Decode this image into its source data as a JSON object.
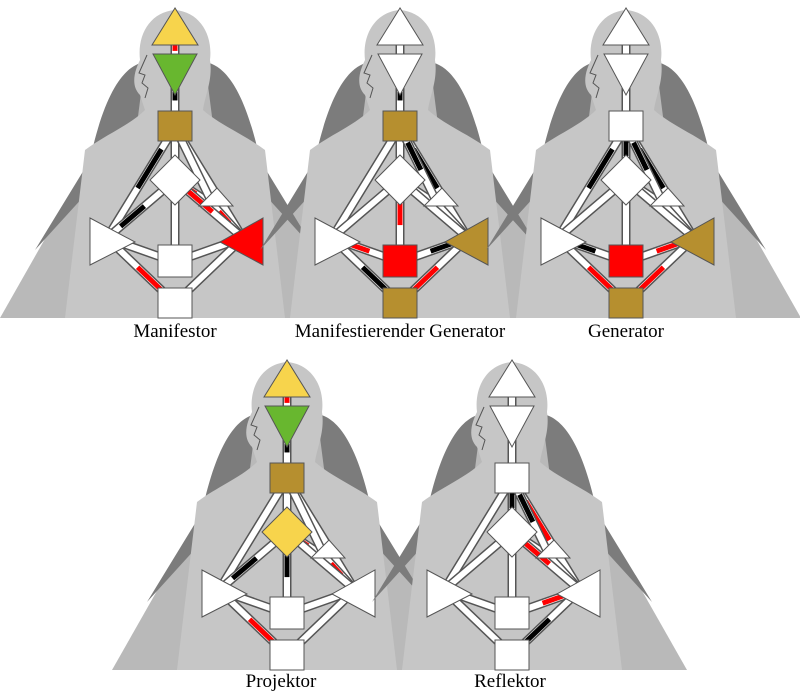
{
  "colors": {
    "pyramid": "#b9b9b9",
    "shoulder": "#7c7c7c",
    "silhouette": "#c6c6c6",
    "undefined": "#ffffff",
    "yellow": "#f7d44c",
    "green": "#68b72f",
    "brown": "#b68f2f",
    "red": "#ff0000",
    "black": "#000000"
  },
  "charts": [
    {
      "label": "Manifestor",
      "centers": {
        "head": "yellow",
        "ajna": "green",
        "throat": "brown",
        "g": "undefined",
        "heart": "undefined",
        "spleen": "undefined",
        "solar": "red",
        "sacral": "undefined",
        "root": "undefined"
      },
      "activations": [
        [
          0,
          "red"
        ],
        [
          1,
          "black"
        ],
        [
          3,
          "black"
        ],
        [
          5,
          "red"
        ],
        [
          7,
          "red"
        ],
        [
          10,
          "black"
        ],
        [
          12,
          "red"
        ],
        [
          14,
          "red"
        ]
      ]
    },
    {
      "label": "Manifestierender Generator",
      "centers": {
        "head": "undefined",
        "ajna": "undefined",
        "throat": "brown",
        "g": "undefined",
        "heart": "undefined",
        "spleen": "undefined",
        "solar": "brown",
        "sacral": "red",
        "root": "brown"
      },
      "activations": [
        [
          1,
          "black"
        ],
        [
          4,
          "black"
        ],
        [
          6,
          "red"
        ],
        [
          8,
          "black"
        ],
        [
          9,
          "red"
        ],
        [
          11,
          "black"
        ],
        [
          13,
          "red"
        ],
        [
          14,
          "black"
        ]
      ]
    },
    {
      "label": "Generator",
      "centers": {
        "head": "undefined",
        "ajna": "undefined",
        "throat": "undefined",
        "g": "undefined",
        "heart": "undefined",
        "spleen": "undefined",
        "solar": "brown",
        "sacral": "red",
        "root": "brown"
      },
      "activations": [
        [
          3,
          "black"
        ],
        [
          4,
          "black"
        ],
        [
          8,
          "black"
        ],
        [
          9,
          "black"
        ],
        [
          11,
          "red"
        ],
        [
          13,
          "red"
        ],
        [
          14,
          "red"
        ],
        [
          2,
          "black"
        ]
      ]
    },
    {
      "label": "Projektor",
      "centers": {
        "head": "yellow",
        "ajna": "green",
        "throat": "brown",
        "g": "yellow",
        "heart": "undefined",
        "spleen": "undefined",
        "solar": "undefined",
        "sacral": "undefined",
        "root": "undefined"
      },
      "activations": [
        [
          0,
          "red"
        ],
        [
          1,
          "black"
        ],
        [
          5,
          "red"
        ],
        [
          7,
          "red"
        ],
        [
          10,
          "black"
        ],
        [
          14,
          "red"
        ],
        [
          6,
          "black"
        ]
      ]
    },
    {
      "label": "Reflektor",
      "centers": {
        "head": "undefined",
        "ajna": "undefined",
        "throat": "undefined",
        "g": "undefined",
        "heart": "undefined",
        "spleen": "undefined",
        "solar": "undefined",
        "sacral": "undefined",
        "root": "undefined"
      },
      "activations": [
        [
          4,
          "red"
        ],
        [
          8,
          "black"
        ],
        [
          11,
          "red"
        ],
        [
          12,
          "red"
        ],
        [
          13,
          "black"
        ],
        [
          2,
          "black"
        ]
      ]
    }
  ]
}
